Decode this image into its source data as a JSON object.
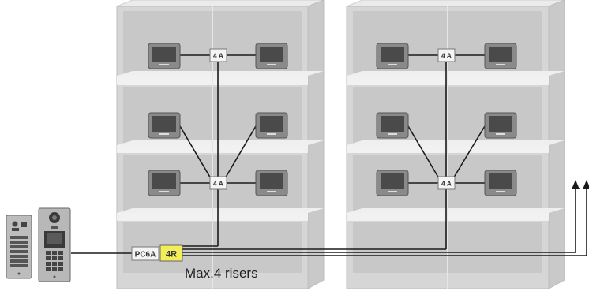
{
  "diagram": {
    "boxes": {
      "distributor": "4 A",
      "power_supply": "PC6A",
      "riser_distributor": "4R"
    },
    "caption": "Max.4 risers",
    "colors": {
      "building": "#dcdcdc",
      "floor_slab": "#eeeeee",
      "wire": "#1a1a1a",
      "monitor_frame": "#8a8a8a",
      "monitor_screen": "#4a4a4a",
      "highlight_box": "#f2ee5a"
    },
    "icons": [
      "monitor-icon",
      "door-station-icon",
      "arrow-up-icon"
    ]
  }
}
